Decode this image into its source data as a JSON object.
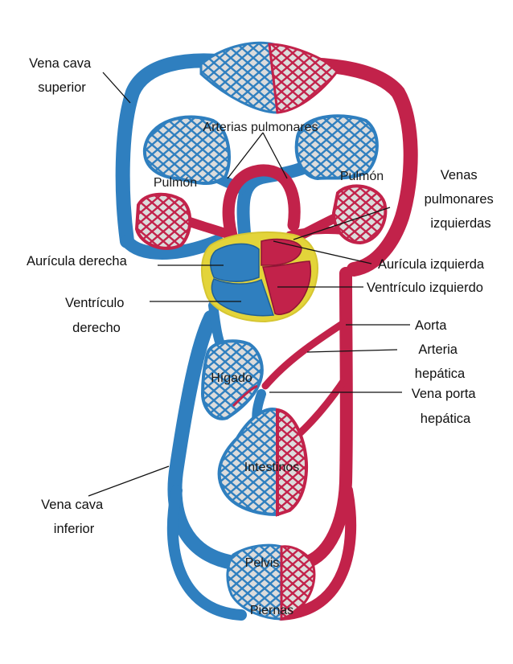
{
  "colors": {
    "venous": "#2f7fbf",
    "venous_dark": "#1f5f95",
    "arterial": "#c2224a",
    "arterial_dark": "#8f1535",
    "heart_outline": "#e3d43a",
    "mesh": "#e8e8e8",
    "leader": "#111111"
  },
  "labels": {
    "vena_cava_superior": [
      "Vena cava",
      "superior"
    ],
    "arterias_pulmonares": "Arterias pulmonares",
    "pulmon_left": "Pulmón",
    "pulmon_right": "Pulmón",
    "venas_pulmonares": [
      "Venas",
      "pulmonares",
      "izquierdas"
    ],
    "auricula_derecha": "Aurícula derecha",
    "auricula_izquierda": "Aurícula izquierda",
    "ventriculo_izquierdo": "Ventrículo izquierdo",
    "ventriculo_derecho": [
      "Ventrículo",
      "derecho"
    ],
    "aorta": "Aorta",
    "arteria_hepatica": [
      "Arteria",
      "hepática"
    ],
    "higado": "Hígado",
    "vena_porta": [
      "Vena porta",
      "hepática"
    ],
    "intestinos": "Intestinos",
    "vena_cava_inferior": [
      "Vena cava",
      "inferior"
    ],
    "pelvis": "Pelvis",
    "piernas": "Piernas"
  }
}
